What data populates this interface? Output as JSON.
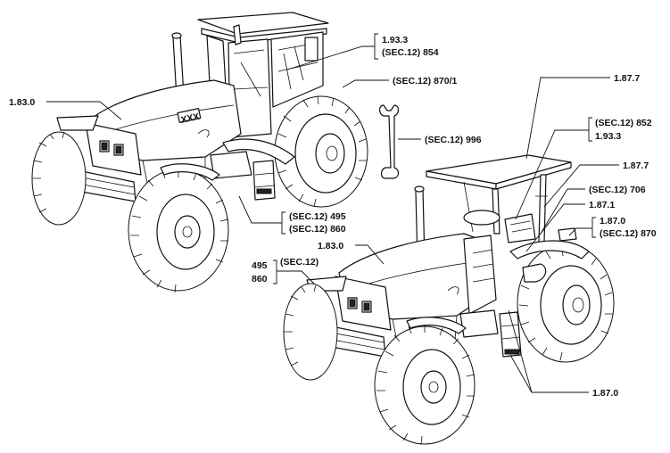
{
  "labels": {
    "top_left_hood": "1.83.0",
    "top_cab_1": "1.93.3",
    "top_cab_2": "(SEC.12) 854",
    "top_cab_3": "(SEC.12) 870/1",
    "wrench": "(SEC.12) 996",
    "top_wheel_1": "(SEC.12) 495",
    "top_wheel_2": "(SEC.12) 860",
    "bottom_roof": "1.87.7",
    "bottom_a1": "(SEC.12) 852",
    "bottom_a2": "1.93.3",
    "bottom_b": "1.87.7",
    "bottom_c": "(SEC.12) 706",
    "bottom_d": "1.87.1",
    "bottom_e1": "1.87.0",
    "bottom_e2": "(SEC.12) 870",
    "bottom_hood": "1.83.0",
    "bottom_left_a": "495",
    "bottom_left_b": "860",
    "bottom_left_c": "(SEC.12)",
    "bottom_steps": "1.87.0",
    "badge": "XXX"
  }
}
